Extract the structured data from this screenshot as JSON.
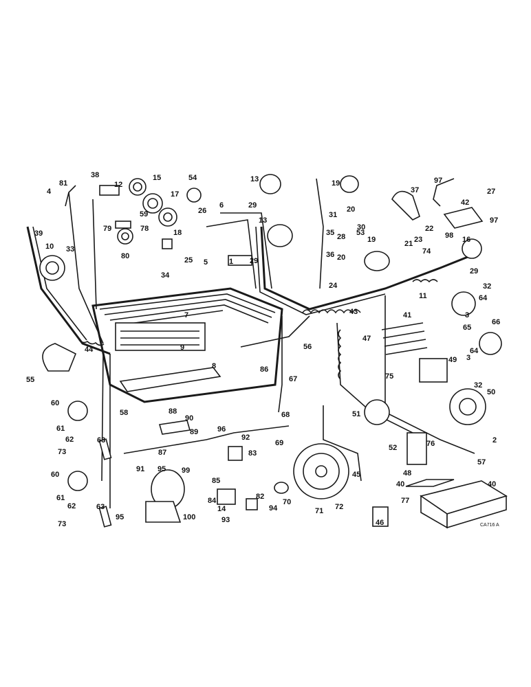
{
  "figure_code": "CA716 A",
  "callouts": [
    "1",
    "2",
    "3",
    "3",
    "4",
    "5",
    "6",
    "7",
    "8",
    "9",
    "10",
    "11",
    "12",
    "13",
    "13",
    "14",
    "15",
    "16",
    "17",
    "18",
    "19",
    "19",
    "20",
    "20",
    "21",
    "22",
    "23",
    "24",
    "25",
    "26",
    "27",
    "28",
    "29",
    "29",
    "29",
    "30",
    "31",
    "32",
    "32",
    "33",
    "34",
    "35",
    "36",
    "37",
    "38",
    "39",
    "40",
    "40",
    "41",
    "42",
    "43",
    "44",
    "45",
    "46",
    "47",
    "48",
    "49",
    "50",
    "51",
    "52",
    "53",
    "54",
    "55",
    "56",
    "57",
    "58",
    "59",
    "60",
    "60",
    "61",
    "61",
    "62",
    "62",
    "63",
    "63",
    "64",
    "64",
    "65",
    "66",
    "67",
    "68",
    "69",
    "70",
    "71",
    "72",
    "73",
    "73",
    "74",
    "75",
    "76",
    "77",
    "78",
    "79",
    "80",
    "81",
    "82",
    "83",
    "84",
    "85",
    "86",
    "87",
    "88",
    "89",
    "90",
    "91",
    "92",
    "93",
    "94",
    "95",
    "95",
    "96",
    "97",
    "97",
    "98",
    "99",
    "100"
  ]
}
